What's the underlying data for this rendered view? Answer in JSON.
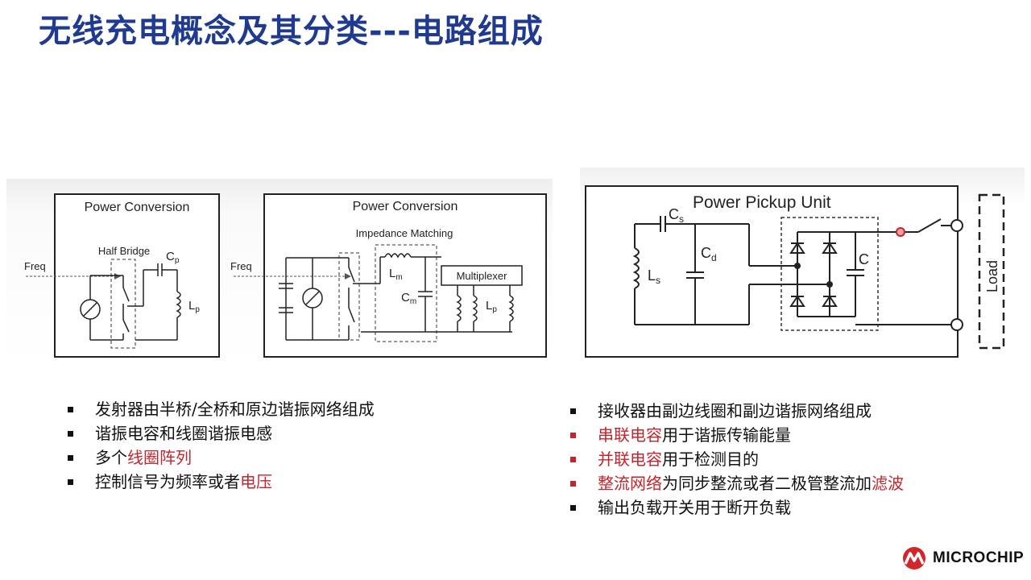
{
  "slide": {
    "title": "无线充电概念及其分类---电路组成"
  },
  "transmitter": {
    "panel1_title": "Power Conversion",
    "panel1_half_bridge": "Half Bridge",
    "panel1_freq": "Freq",
    "panel1_cp": "C",
    "panel1_cp_sub": "p",
    "panel1_lp": "L",
    "panel1_lp_sub": "p",
    "panel2_title": "Power Conversion",
    "panel2_impedance": "Impedance Matching",
    "panel2_freq": "Freq",
    "panel2_lm": "L",
    "panel2_lm_sub": "m",
    "panel2_cm": "C",
    "panel2_cm_sub": "m",
    "panel2_multiplexer": "Multiplexer",
    "panel2_lp": "L",
    "panel2_lp_sub": "p"
  },
  "receiver": {
    "title": "Power Pickup Unit",
    "cs": "C",
    "cs_sub": "s",
    "cd": "C",
    "cd_sub": "d",
    "ls": "L",
    "ls_sub": "s",
    "c": "C",
    "load": "Load"
  },
  "left_bullets": [
    {
      "text": "发射器由半桥/全桥和原边谐振网络组成"
    },
    {
      "text": "谐振电容和线圈谐振电感"
    },
    {
      "prefix": "多个",
      "highlight": "线圈阵列"
    },
    {
      "prefix": "控制信号为频率或者",
      "highlight": "电压"
    }
  ],
  "right_bullets": [
    {
      "text": "接收器由副边线圈和副边谐振网络组成"
    },
    {
      "highlight": "串联电容",
      "suffix": "用于谐振传输能量"
    },
    {
      "highlight": "并联电容",
      "suffix": "用于检测目的"
    },
    {
      "highlight": "整流网络",
      "middle": "为同步整流或者二极管整流加",
      "highlight2": "滤波"
    },
    {
      "text": "输出负载开关用于断开负载"
    }
  ],
  "logo": {
    "text": "MICROCHIP"
  },
  "colors": {
    "title": "#1f3a8f",
    "highlight": "#c0262d"
  }
}
